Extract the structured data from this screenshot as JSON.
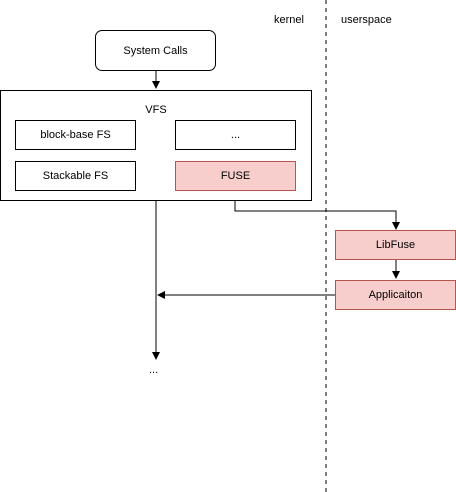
{
  "zones": {
    "left": "kernel",
    "right": "userspace"
  },
  "nodes": {
    "system_calls": "System Calls",
    "vfs": "VFS",
    "block_base_fs": "block-base FS",
    "ellipsis_box": "...",
    "stackable_fs": "Stackable FS",
    "fuse": "FUSE",
    "libfuse": "LibFuse",
    "application": "Applicaiton",
    "bottom_ellipsis": "..."
  },
  "colors": {
    "highlight_fill": "#f8cecc",
    "highlight_border": "#b85450"
  }
}
